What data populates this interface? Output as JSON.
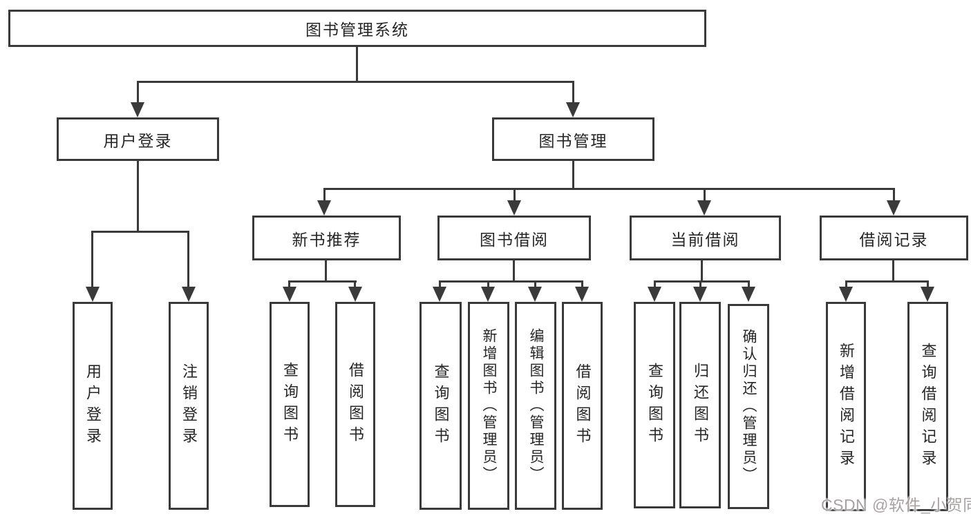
{
  "diagram": {
    "type": "hierarchy-diagram",
    "root": {
      "label": "图书管理系统"
    },
    "children": [
      {
        "label": "用户登录",
        "children": [
          {
            "label": "用户登录"
          },
          {
            "label": "注销登录"
          }
        ]
      },
      {
        "label": "图书管理",
        "children": [
          {
            "label": "新书推荐",
            "children": [
              {
                "label": "查询图书"
              },
              {
                "label": "借阅图书"
              }
            ]
          },
          {
            "label": "图书借阅",
            "children": [
              {
                "label": "查询图书"
              },
              {
                "label": "新增图书（管理员）"
              },
              {
                "label": "编辑图书（管理员）"
              },
              {
                "label": "借阅图书"
              }
            ]
          },
          {
            "label": "当前借阅",
            "children": [
              {
                "label": "查询图书"
              },
              {
                "label": "归还图书"
              },
              {
                "label": "确认归还（管理员）"
              }
            ]
          },
          {
            "label": "借阅记录",
            "children": [
              {
                "label": "新增借阅记录"
              },
              {
                "label": "查询借阅记录"
              }
            ]
          }
        ]
      }
    ]
  },
  "watermark": {
    "text": "CSDN @软件_小贺同学"
  },
  "colors": {
    "line": "#3a3a3a",
    "text": "#262626",
    "background": "#ffffff",
    "watermark": "#a8a2a2"
  }
}
